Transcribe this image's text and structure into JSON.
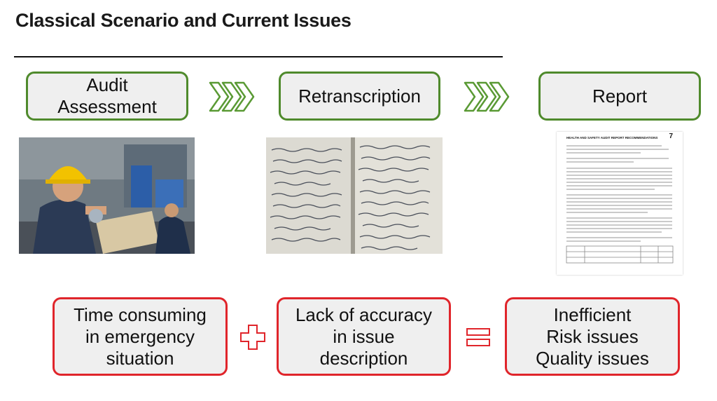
{
  "slide": {
    "title": "Classical Scenario and Current Issues"
  },
  "process": {
    "steps": [
      {
        "label": "Audit\nAssessment"
      },
      {
        "label": "Retranscription"
      },
      {
        "label": "Report"
      }
    ],
    "arrow_icon": "triple-chevron-right-icon"
  },
  "images": {
    "audit_photo": "worker-with-hard-hat-and-clipboard",
    "notes_photo": "handwritten-notebook-pages",
    "report_doc": {
      "heading": "HEALTH AND SAFETY AUDIT REPORT RECOMMENDATIONS",
      "page_number": "7"
    }
  },
  "issues": {
    "items": [
      {
        "label": "Time consuming\nin emergency\nsituation"
      },
      {
        "label": "Lack of accuracy\nin issue\ndescription"
      },
      {
        "label": "Inefficient\nRisk issues\nQuality issues"
      }
    ],
    "plus_icon": "plus-icon",
    "equals_icon": "equals-icon"
  },
  "colors": {
    "process_border": "#4f8a2c",
    "issue_border": "#e0252b",
    "box_fill": "#efefef",
    "chevron_stroke": "#5a9a34",
    "operator_stroke": "#e0252b"
  }
}
